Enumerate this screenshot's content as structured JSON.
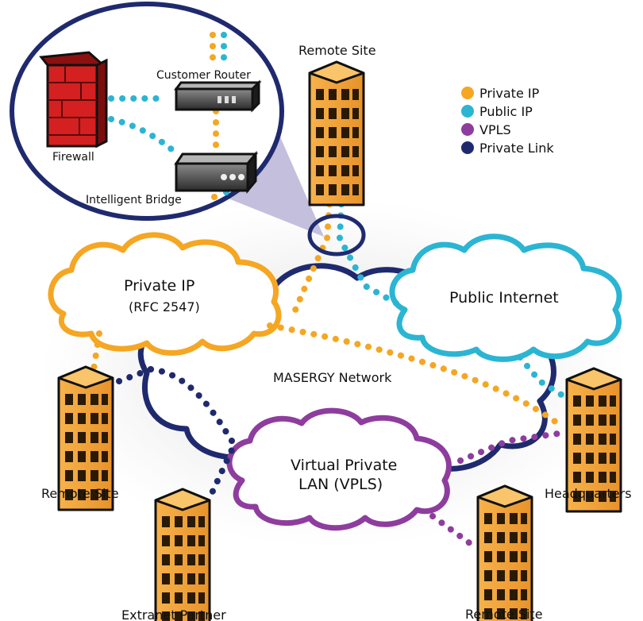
{
  "labels": {
    "remote_site_top": "Remote Site",
    "remote_site_left": "Remote Site",
    "remote_site_bottom": "Remote Site",
    "headquarters": "Headquarters",
    "extranet_partner": "Extranet Partner",
    "customer_router": "Customer Router",
    "firewall": "Firewall",
    "intelligent_bridge": "Intelligent Bridge",
    "masergy_network": "MASERGY Network"
  },
  "clouds": {
    "private_ip": {
      "title": "Private IP",
      "subtitle": "(RFC 2547)"
    },
    "public_internet": {
      "title": "Public Internet"
    },
    "vpls": {
      "title": "Virtual Private",
      "subtitle": "LAN (VPLS)"
    }
  },
  "legend": [
    {
      "label": "Private IP",
      "color": "#f5a623"
    },
    {
      "label": "Public IP",
      "color": "#2bb5d3"
    },
    {
      "label": "VPLS",
      "color": "#8e3d9e"
    },
    {
      "label": "Private Link",
      "color": "#1f2a6e"
    }
  ],
  "colors": {
    "private_ip": "#f5a623",
    "public_ip": "#2bb5d3",
    "vpls": "#8e3d9e",
    "private_link": "#1f2a6e",
    "building": "#f5a53a",
    "firewall": "#d42020"
  },
  "icons": {
    "building": "office-building-icon",
    "firewall": "firewall-icon",
    "router": "router-icon",
    "bridge": "bridge-icon"
  }
}
